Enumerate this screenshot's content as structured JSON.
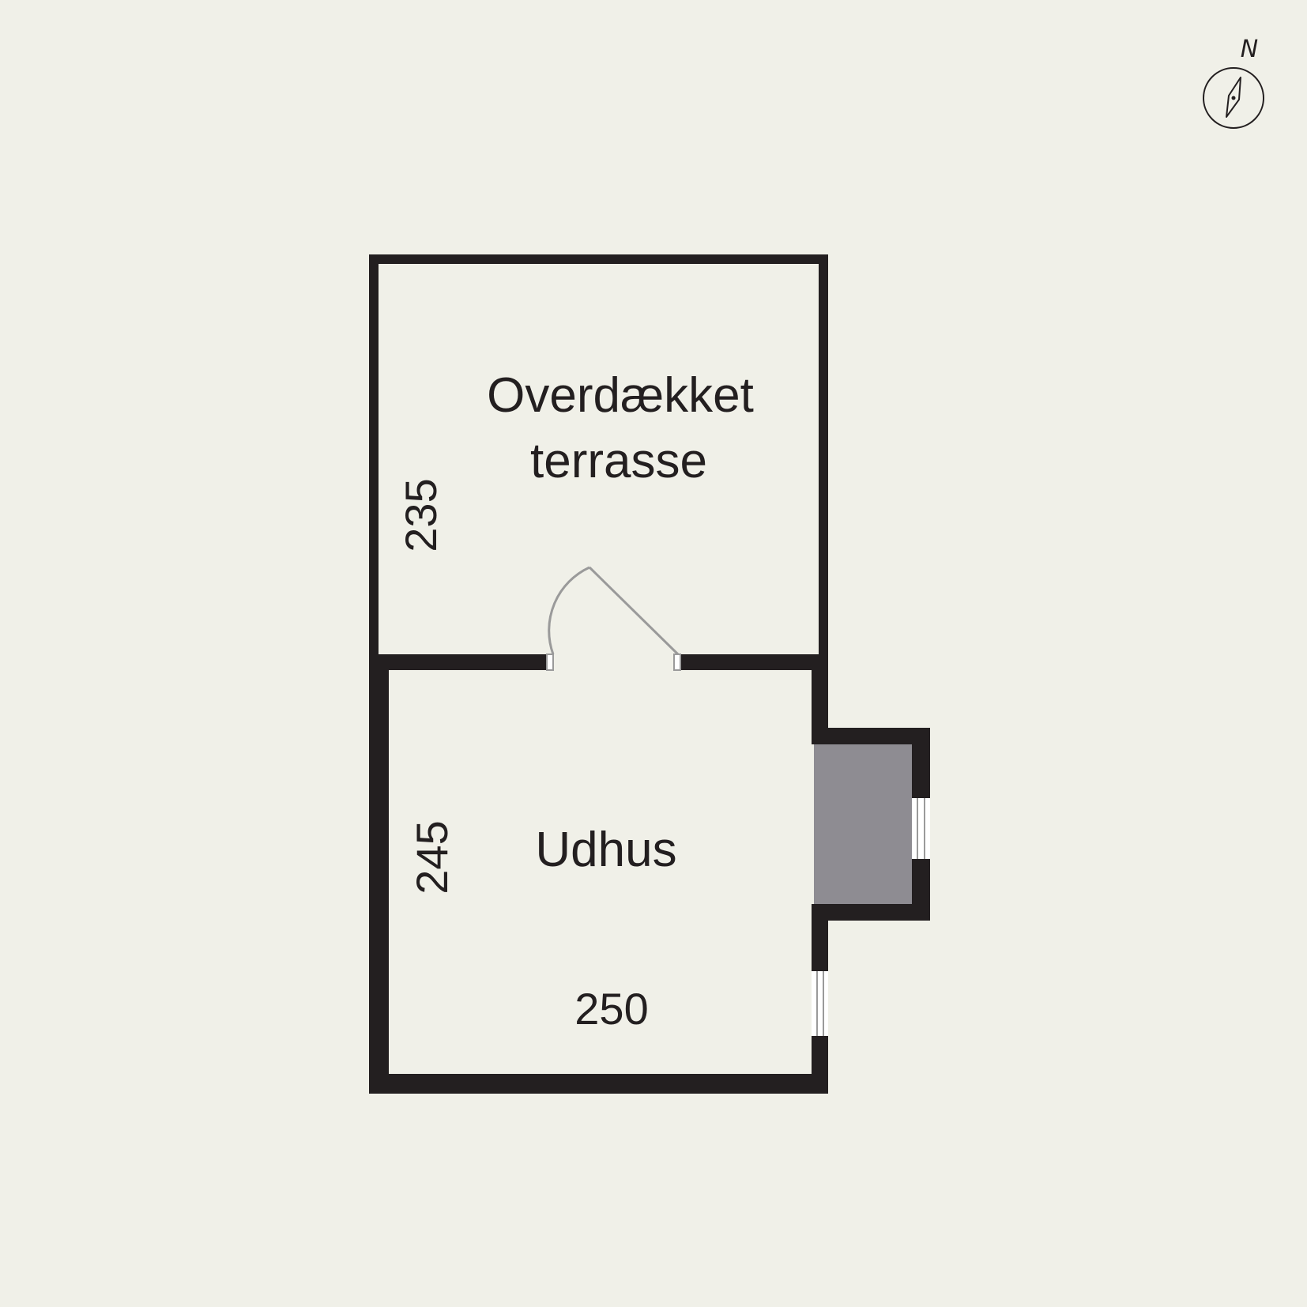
{
  "rooms": {
    "terrace": {
      "line1": "Overdækket",
      "line2": "terrasse"
    },
    "shed": {
      "name": "Udhus"
    }
  },
  "dimensions": {
    "terrace_depth": "235",
    "shed_depth": "245",
    "shed_width": "250"
  },
  "compass": {
    "label": "N"
  },
  "colors": {
    "background": "#f0f0e8",
    "wall": "#231f20",
    "annex_fill": "#8e8c92",
    "window": "#ffffff"
  }
}
